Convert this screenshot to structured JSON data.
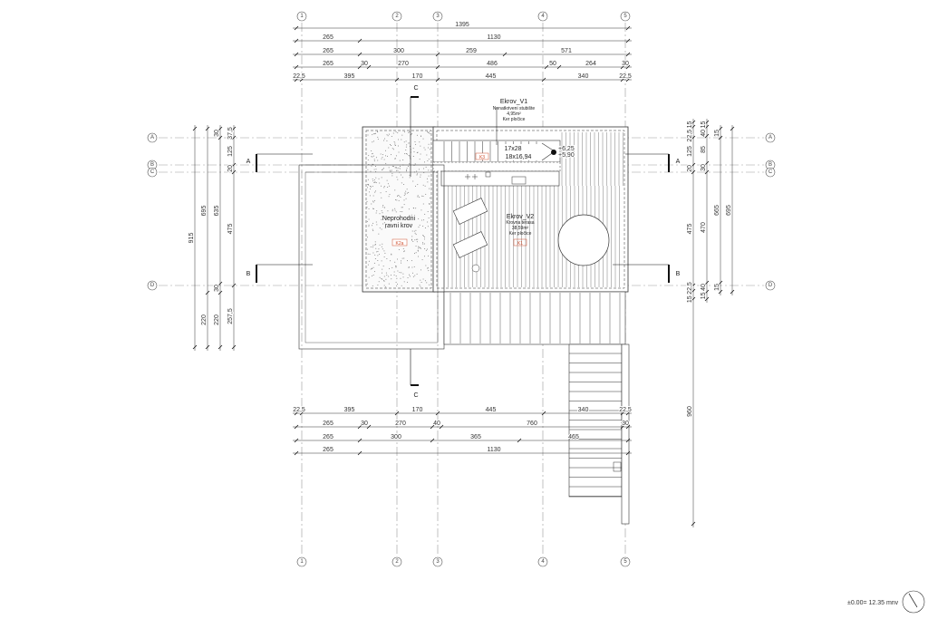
{
  "grid_axes": {
    "columns": [
      "1",
      "2",
      "3",
      "4",
      "5"
    ],
    "rows": [
      "A",
      "B",
      "C",
      "D"
    ]
  },
  "dims_top": [
    [
      "1395"
    ],
    [
      "265",
      "1130"
    ],
    [
      "265",
      "300",
      "259",
      "571"
    ],
    [
      "265",
      "30",
      "270",
      "486",
      "50",
      "264",
      "30"
    ],
    [
      "22,5",
      "395",
      "170",
      "445",
      "340",
      "22,5"
    ]
  ],
  "dims_bottom": [
    [
      "22,5",
      "395",
      "170",
      "445",
      "340",
      "22,5"
    ],
    [
      "265",
      "30",
      "270",
      "40",
      "760",
      "30"
    ],
    [
      "265",
      "300",
      "365",
      "465"
    ],
    [
      "265",
      "1130"
    ]
  ],
  "dims_left": [
    [
      "915"
    ],
    [
      "695",
      "220"
    ],
    [
      "30",
      "635",
      "30",
      "220"
    ],
    [
      "37,5",
      "125",
      "20",
      "475",
      "257,5"
    ]
  ],
  "dims_right": [
    [
      "15",
      "22,5",
      "125",
      "20",
      "475",
      "22,5",
      "15",
      "960"
    ],
    [
      "15",
      "40",
      "85",
      "30",
      "470",
      "40",
      "15"
    ],
    [
      "15",
      "665",
      "15"
    ],
    [
      "695"
    ]
  ],
  "sections": {
    "a": "A",
    "b": "B",
    "c": "C"
  },
  "zones": {
    "v1": {
      "title": "Ekrov_V1",
      "desc": "Nenatkriveni stubište",
      "area": "4,95m²",
      "finish": "Ker pločice"
    },
    "v2": {
      "title": "Ekrov_V2",
      "desc": "Krovna terasa",
      "area": "38,59m²",
      "finish": "Ker pločice",
      "tag": "K1"
    },
    "roof": {
      "title": "Neprohodni",
      "subtitle": "ravni krov",
      "tag": "K2a"
    },
    "stair": {
      "steps1": "17x28",
      "steps2": "18x16,94",
      "tag": "K3"
    }
  },
  "levels": {
    "top": "+6,25",
    "bottom": "+5,90"
  },
  "footer": {
    "elevation_note": "±0.00= 12.35 mnv"
  },
  "colors": {
    "line": "#333333",
    "tag": "#d05030"
  }
}
